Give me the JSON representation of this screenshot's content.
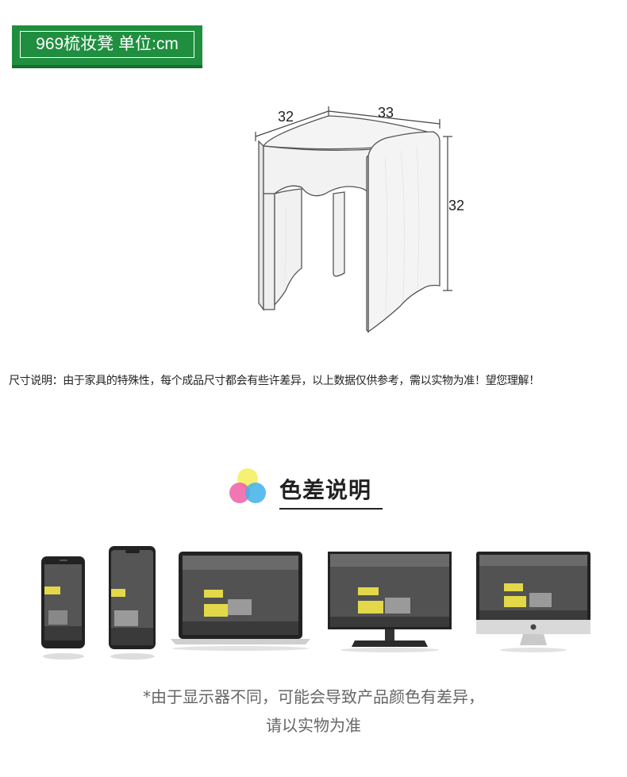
{
  "header": {
    "title": "969梳妆凳 单位:cm"
  },
  "dimensions": {
    "depth": "32",
    "width": "33",
    "height": "32"
  },
  "size_note": "尺寸说明：由于家具的特殊性，每个成品尺寸都会有些许差异，以上数据仅供参考，需以实物为准！望您理解！",
  "color_section": {
    "title": "色差说明",
    "colors": {
      "yellow": "#f5ef5a",
      "pink": "#ef5fa5",
      "blue": "#3fb1ea"
    }
  },
  "devices": [
    {
      "type": "phone-icon"
    },
    {
      "type": "phone-icon"
    },
    {
      "type": "laptop-icon"
    },
    {
      "type": "monitor-icon"
    },
    {
      "type": "imac-icon"
    }
  ],
  "footnote": {
    "line1": "*由于显示器不同，可能会导致产品颜色有差异，",
    "line2": "请以实物为准"
  }
}
